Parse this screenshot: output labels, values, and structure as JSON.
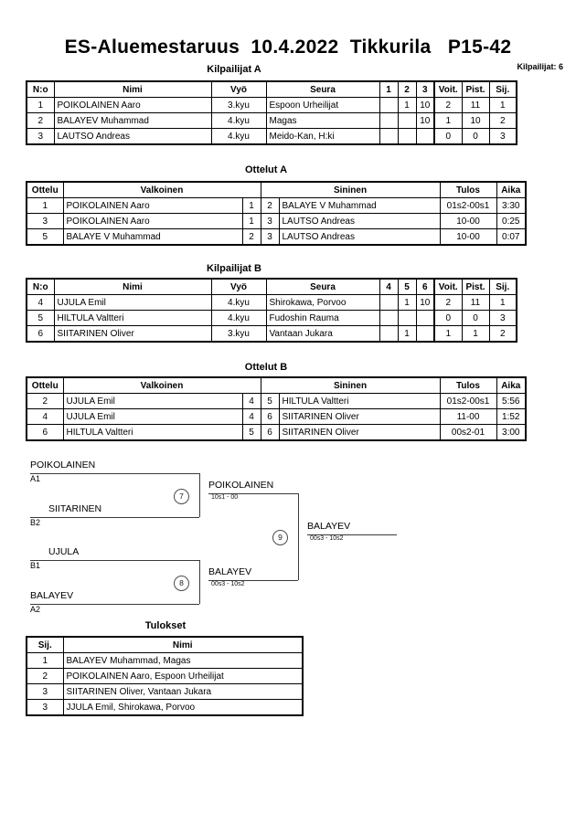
{
  "header": {
    "title": "ES-Aluemestaruus  10.4.2022  Tikkurila   P15-42",
    "entrants_label": "Kilpailijat: 6"
  },
  "captions": {
    "pool_a": "Kilpailijat A",
    "matches_a": "Ottelut A",
    "pool_b": "Kilpailijat B",
    "matches_b": "Ottelut B",
    "results": "Tulokset"
  },
  "pool_headers": {
    "no": "N:o",
    "name": "Nimi",
    "belt": "Vyö",
    "club": "Seura",
    "wins": "Voit.",
    "points": "Pist.",
    "rank": "Sij."
  },
  "pool_a": {
    "opponent_cols": [
      "1",
      "2",
      "3"
    ],
    "rows": [
      {
        "no": "1",
        "name": "POIKOLAINEN Aaro",
        "belt": "3.kyu",
        "club": "Espoon Urheilijat",
        "scores": [
          "",
          "1",
          "10"
        ],
        "wins": "2",
        "points": "11",
        "rank": "1"
      },
      {
        "no": "2",
        "name": "BALAYEV Muhammad",
        "belt": "4.kyu",
        "club": "Magas",
        "scores": [
          "",
          "",
          "10"
        ],
        "wins": "1",
        "points": "10",
        "rank": "2"
      },
      {
        "no": "3",
        "name": "LAUTSO Andreas",
        "belt": "4.kyu",
        "club": "Meido-Kan, H:ki",
        "scores": [
          "",
          "",
          ""
        ],
        "wins": "0",
        "points": "0",
        "rank": "3"
      }
    ]
  },
  "pool_b": {
    "opponent_cols": [
      "4",
      "5",
      "6"
    ],
    "rows": [
      {
        "no": "4",
        "name": "UJULA Emil",
        "belt": "4.kyu",
        "club": "Shirokawa, Porvoo",
        "scores": [
          "",
          "1",
          "10"
        ],
        "wins": "2",
        "points": "11",
        "rank": "1"
      },
      {
        "no": "5",
        "name": "HILTULA Valtteri",
        "belt": "4.kyu",
        "club": "Fudoshin Rauma",
        "scores": [
          "",
          "",
          ""
        ],
        "wins": "0",
        "points": "0",
        "rank": "3"
      },
      {
        "no": "6",
        "name": "SIITARINEN Oliver",
        "belt": "3.kyu",
        "club": "Vantaan Jukara",
        "scores": [
          "",
          "1",
          ""
        ],
        "wins": "1",
        "points": "1",
        "rank": "2"
      }
    ]
  },
  "match_headers": {
    "match": "Ottelu",
    "white": "Valkoinen",
    "blue": "Sininen",
    "result": "Tulos",
    "time": "Aika"
  },
  "matches_a": [
    {
      "no": "1",
      "white": "POIKOLAINEN Aaro",
      "white_no": "1",
      "blue_no": "2",
      "blue": "BALAYE V Muhammad",
      "result": "01s2-00s1",
      "time": "3:30"
    },
    {
      "no": "3",
      "white": "POIKOLAINEN Aaro",
      "white_no": "1",
      "blue_no": "3",
      "blue": "LAUTSO Andreas",
      "result": "10-00",
      "time": "0:25"
    },
    {
      "no": "5",
      "white": "BALAYE V Muhammad",
      "white_no": "2",
      "blue_no": "3",
      "blue": "LAUTSO Andreas",
      "result": "10-00",
      "time": "0:07"
    }
  ],
  "matches_b": [
    {
      "no": "2",
      "white": "UJULA Emil",
      "white_no": "4",
      "blue_no": "5",
      "blue": "HILTULA Valtteri",
      "result": "01s2-00s1",
      "time": "5:56"
    },
    {
      "no": "4",
      "white": "UJULA Emil",
      "white_no": "4",
      "blue_no": "6",
      "blue": "SIITARINEN Oliver",
      "result": "11-00",
      "time": "1:52"
    },
    {
      "no": "6",
      "white": "HILTULA Valtteri",
      "white_no": "5",
      "blue_no": "6",
      "blue": "SIITARINEN Oliver",
      "result": "00s2-01",
      "time": "3:00"
    }
  ],
  "bracket": {
    "seeds": [
      {
        "name": "POIKOLAINEN",
        "code": "A1"
      },
      {
        "name": "SIITARINEN",
        "code": "B2"
      },
      {
        "name": "UJULA",
        "code": "B1"
      },
      {
        "name": "BALAYEV",
        "code": "A2"
      }
    ],
    "nodes": [
      {
        "id": "7",
        "winner": "POIKOLAINEN",
        "score": "10s1 - 00"
      },
      {
        "id": "8",
        "winner": "BALAYEV",
        "score": "00s3 - 10s2"
      },
      {
        "id": "9",
        "winner": "BALAYEV",
        "score": "00s3 - 10s2"
      }
    ]
  },
  "results_headers": {
    "rank": "Sij.",
    "name": "Nimi"
  },
  "results": [
    {
      "rank": "1",
      "name": "BALAYEV Muhammad, Magas"
    },
    {
      "rank": "2",
      "name": "POIKOLAINEN Aaro, Espoon Urheilijat"
    },
    {
      "rank": "3",
      "name": "SIITARINEN Oliver, Vantaan Jukara"
    },
    {
      "rank": "3",
      "name": "JJULA Emil, Shirokawa, Porvoo"
    }
  ]
}
